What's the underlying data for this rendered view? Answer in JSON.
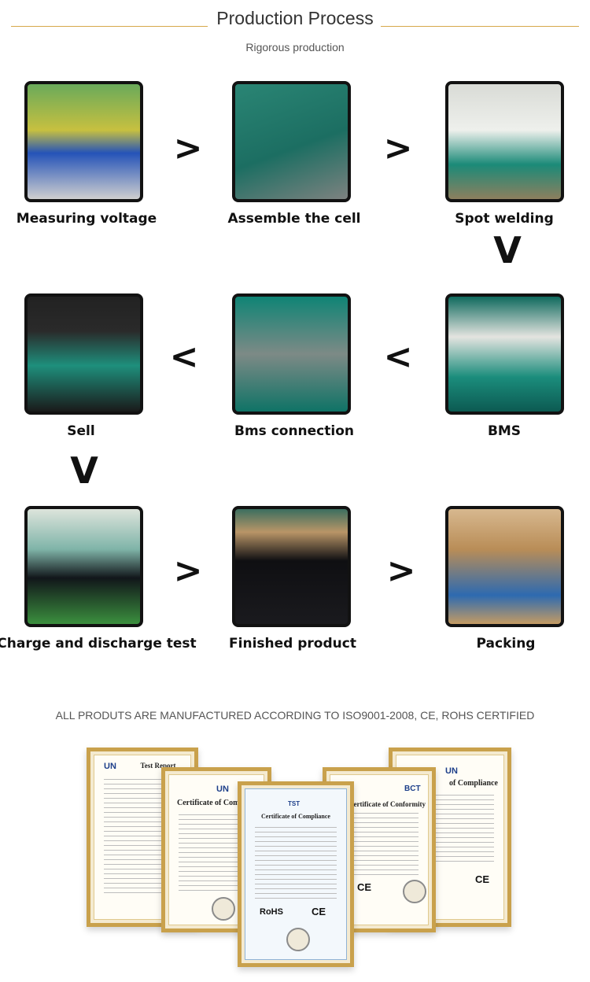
{
  "header": {
    "title": "Production Process",
    "subtitle": "Rigorous production"
  },
  "steps": [
    {
      "label": "Measuring voltage"
    },
    {
      "label": "Assemble the cell"
    },
    {
      "label": "Spot welding"
    },
    {
      "label": "BMS"
    },
    {
      "label": "Bms connection"
    },
    {
      "label": "Sell"
    },
    {
      "label": "Charge and discharge test"
    },
    {
      "label": "Finished product"
    },
    {
      "label": "Packing"
    }
  ],
  "arrows": {
    "right": ">",
    "left": "<",
    "down": "V"
  },
  "certificates": {
    "note": "ALL PRODUTS ARE MANUFACTURED ACCORDING TO ISO9001-2008, CE, ROHS CERTIFIED",
    "test_report": "Test Report",
    "compliance_partial": "Certificate of Compl",
    "compliance": "Certificate of Compliance",
    "conformity": "Certificate of Conformity",
    "compliance_right": "of Compliance",
    "rohs": "RoHS",
    "ce": "CE",
    "un_logo": "UN",
    "bct_logo": "BCT",
    "tst_logo": "TST"
  },
  "colors": {
    "rule": "#d6a84a",
    "frame": "#121212",
    "cert_border": "#c9a14c"
  }
}
